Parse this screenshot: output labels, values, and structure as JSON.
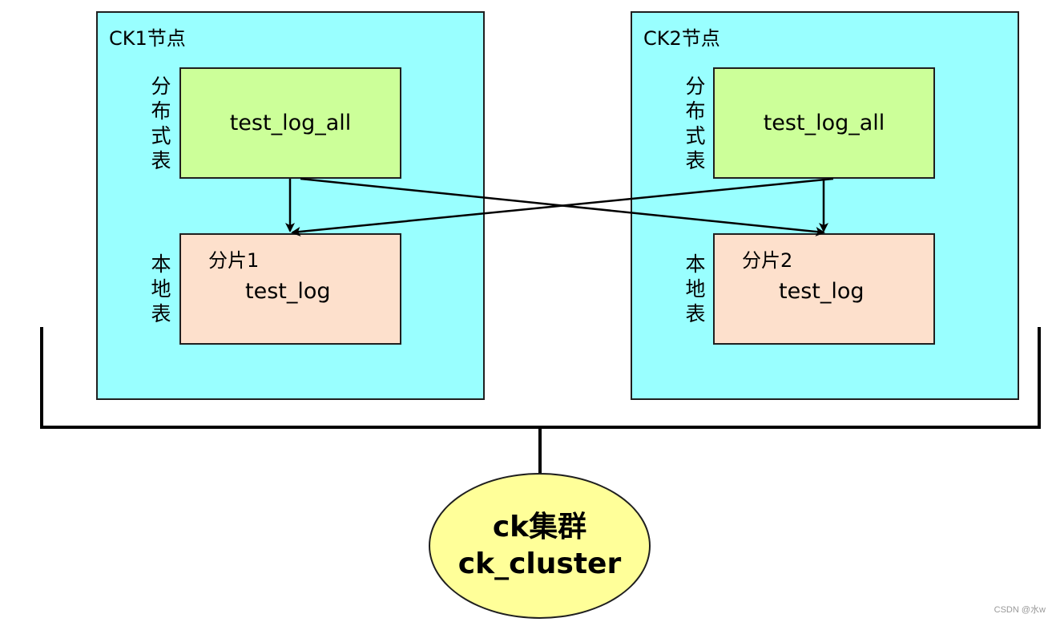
{
  "nodes": [
    {
      "title": "CK1节点",
      "distributed_label": "分\n布\n式\n表",
      "distributed_table": "test_log_all",
      "local_label": "本\n地\n表",
      "shard": "分片1",
      "local_table": "test_log"
    },
    {
      "title": "CK2节点",
      "distributed_label": "分\n布\n式\n表",
      "distributed_table": "test_log_all",
      "local_label": "本\n地\n表",
      "shard": "分片2",
      "local_table": "test_log"
    }
  ],
  "cluster": {
    "line1": "ck集群",
    "line2": "ck_cluster"
  },
  "watermark": "CSDN @水w",
  "colors": {
    "node_fill": "#99ffff",
    "distributed_fill": "#ccff99",
    "local_fill": "#fde0cc",
    "cluster_fill": "#ffff99"
  }
}
